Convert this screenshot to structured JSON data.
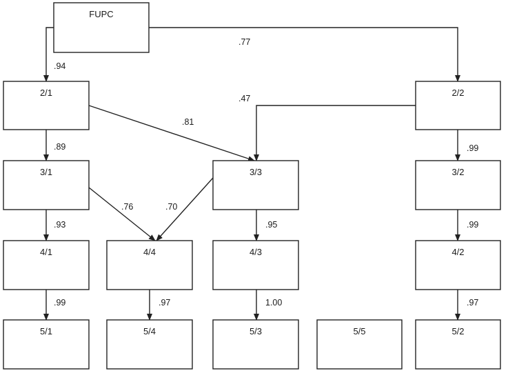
{
  "nodes": [
    {
      "id": "FUPC",
      "label": "FUPC"
    },
    {
      "id": "2_1",
      "label": "2/1"
    },
    {
      "id": "2_2",
      "label": "2/2"
    },
    {
      "id": "3_1",
      "label": "3/1"
    },
    {
      "id": "3_3",
      "label": "3/3"
    },
    {
      "id": "3_2",
      "label": "3/2"
    },
    {
      "id": "4_1",
      "label": "4/1"
    },
    {
      "id": "4_4",
      "label": "4/4"
    },
    {
      "id": "4_3",
      "label": "4/3"
    },
    {
      "id": "4_2",
      "label": "4/2"
    },
    {
      "id": "5_1",
      "label": "5/1"
    },
    {
      "id": "5_4",
      "label": "5/4"
    },
    {
      "id": "5_3",
      "label": "5/3"
    },
    {
      "id": "5_5",
      "label": "5/5"
    },
    {
      "id": "5_2",
      "label": "5/2"
    }
  ],
  "edges": [
    {
      "from": "FUPC",
      "to": "2_1",
      "label": ".94"
    },
    {
      "from": "FUPC",
      "to": "2_2",
      "label": ".77"
    },
    {
      "from": "2_1",
      "to": "3_1",
      "label": ".89"
    },
    {
      "from": "2_1",
      "to": "3_3",
      "label": ".81"
    },
    {
      "from": "2_2",
      "to": "3_3",
      "label": ".47"
    },
    {
      "from": "2_2",
      "to": "3_2",
      "label": ".99"
    },
    {
      "from": "3_1",
      "to": "4_1",
      "label": ".93"
    },
    {
      "from": "3_1",
      "to": "4_4",
      "label": ".76"
    },
    {
      "from": "3_3",
      "to": "4_4",
      "label": ".70"
    },
    {
      "from": "3_3",
      "to": "4_3",
      "label": ".95"
    },
    {
      "from": "3_2",
      "to": "4_2",
      "label": ".99"
    },
    {
      "from": "4_1",
      "to": "5_1",
      "label": ".99"
    },
    {
      "from": "4_4",
      "to": "5_4",
      "label": ".97"
    },
    {
      "from": "4_3",
      "to": "5_3",
      "label": "1.00"
    },
    {
      "from": "4_2",
      "to": "5_2",
      "label": ".97"
    }
  ]
}
